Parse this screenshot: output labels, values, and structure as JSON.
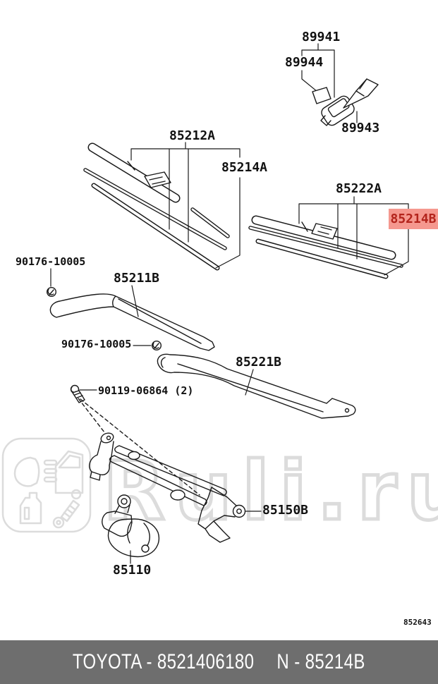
{
  "watermark": {
    "text": "Ruli.ru"
  },
  "parts": {
    "p89941": "89941",
    "p89944": "89944",
    "p89943": "89943",
    "p85212a": "85212A",
    "p85214a": "85214A",
    "p85222a": "85222A",
    "p85214b_highlight": "85214B",
    "p90176_top": "90176-10005",
    "p85211b": "85211B",
    "p90176_mid": "90176-10005",
    "p85221b": "85221B",
    "p90119": "90119-06864 (2)",
    "p85150b": "85150B",
    "p85110": "85110"
  },
  "sheet_number": "852643",
  "footer": {
    "brand_part": "TOYOTA - 8521406180",
    "number_part": "N - 85214B"
  },
  "theme": {
    "highlight_bg": "#f5988f",
    "highlight_text": "#b3241c",
    "footer_bg": "#6e6e6e",
    "footer_text": "#ffffff",
    "line_color": "#1a1a1a",
    "watermark_color": "#dcdcdc"
  }
}
